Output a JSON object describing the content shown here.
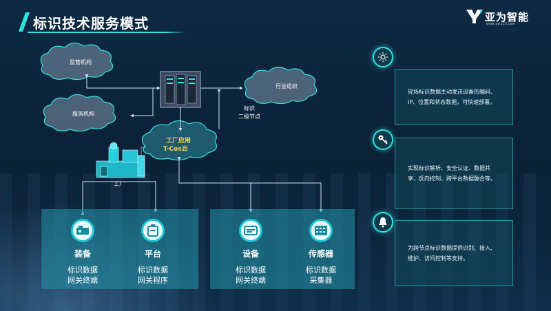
{
  "title": "标识技术服务模式",
  "logo": {
    "name": "亚为智能",
    "url_text": "www.yw123.com"
  },
  "nodes": {
    "supervision": "监管机构",
    "service": "服务机构",
    "industry": "行业组织",
    "secondary_node_line1": "标识",
    "secondary_node_line2": "二级节点",
    "factory_app_line1": "工厂应用",
    "factory_app_line2": "T-Cos云",
    "factory": "工厂"
  },
  "devices": [
    {
      "title": "装备",
      "sub1": "标识数据",
      "sub2": "网关终端",
      "icon": "equipment-icon"
    },
    {
      "title": "平台",
      "sub1": "标识数据",
      "sub2": "网关程序",
      "icon": "platform-icon"
    },
    {
      "title": "设备",
      "sub1": "标识数据",
      "sub2": "网关终端",
      "icon": "device-icon"
    },
    {
      "title": "传感器",
      "sub1": "标识数据",
      "sub2": "采集器",
      "icon": "sensor-icon"
    }
  ],
  "info": [
    {
      "icon": "sun-icon",
      "text1": "现场标识数据主动发送设备的编码、",
      "text2": "IP、位置和状态数据，可快速部署。"
    },
    {
      "icon": "key-icon",
      "text1": "实现标识解析、安全认证、数据共",
      "text2": "享、反向控制、跨平台数据融合等。"
    },
    {
      "icon": "bell-icon",
      "text1": "为跨节点标识数据提供识别、接入、",
      "text2": "维护、访问控制等支持。"
    }
  ],
  "colors": {
    "accent": "#2fe3e0",
    "panel": "#2496aa",
    "highlight": "#ffd23f",
    "background": "#0b2238"
  }
}
